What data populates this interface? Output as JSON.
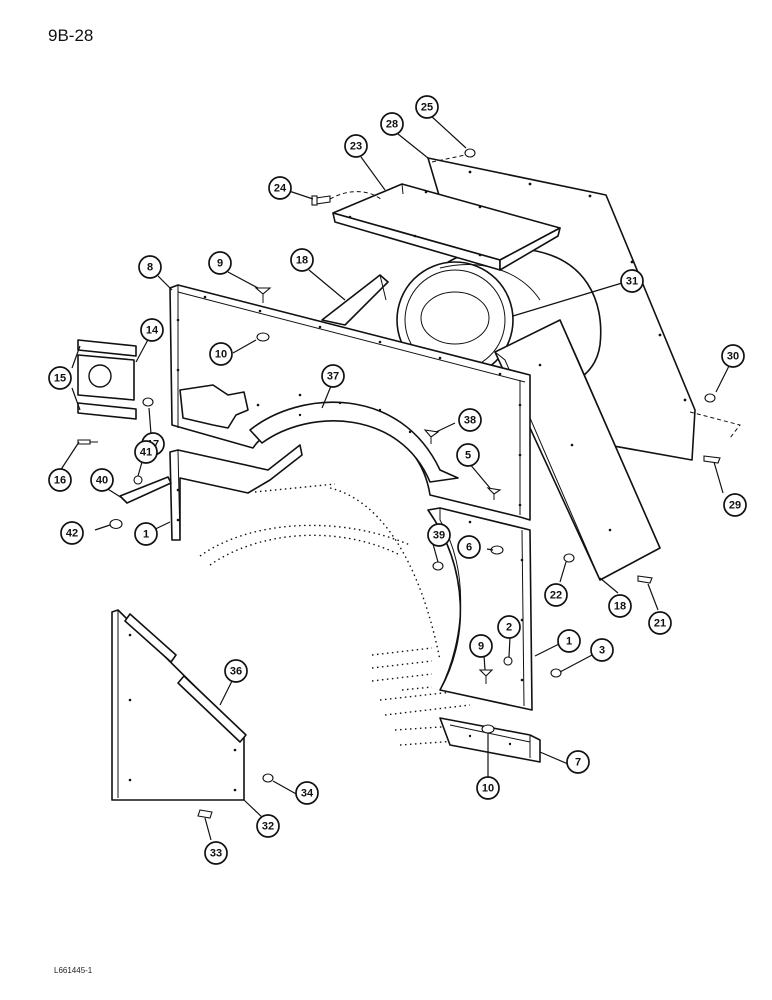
{
  "page_number": "9B-28",
  "figure_code": "L661445-1",
  "callouts": [
    {
      "label": "25"
    },
    {
      "label": "28"
    },
    {
      "label": "23"
    },
    {
      "label": "24"
    },
    {
      "label": "9"
    },
    {
      "label": "18"
    },
    {
      "label": "8"
    },
    {
      "label": "31"
    },
    {
      "label": "14"
    },
    {
      "label": "10"
    },
    {
      "label": "30"
    },
    {
      "label": "15"
    },
    {
      "label": "37"
    },
    {
      "label": "17"
    },
    {
      "label": "38"
    },
    {
      "label": "16"
    },
    {
      "label": "41"
    },
    {
      "label": "5"
    },
    {
      "label": "29"
    },
    {
      "label": "40"
    },
    {
      "label": "42"
    },
    {
      "label": "1"
    },
    {
      "label": "39"
    },
    {
      "label": "6"
    },
    {
      "label": "22"
    },
    {
      "label": "18"
    },
    {
      "label": "21"
    },
    {
      "label": "2"
    },
    {
      "label": "9"
    },
    {
      "label": "1"
    },
    {
      "label": "3"
    },
    {
      "label": "36"
    },
    {
      "label": "7"
    },
    {
      "label": "10"
    },
    {
      "label": "34"
    },
    {
      "label": "32"
    },
    {
      "label": "33"
    }
  ]
}
